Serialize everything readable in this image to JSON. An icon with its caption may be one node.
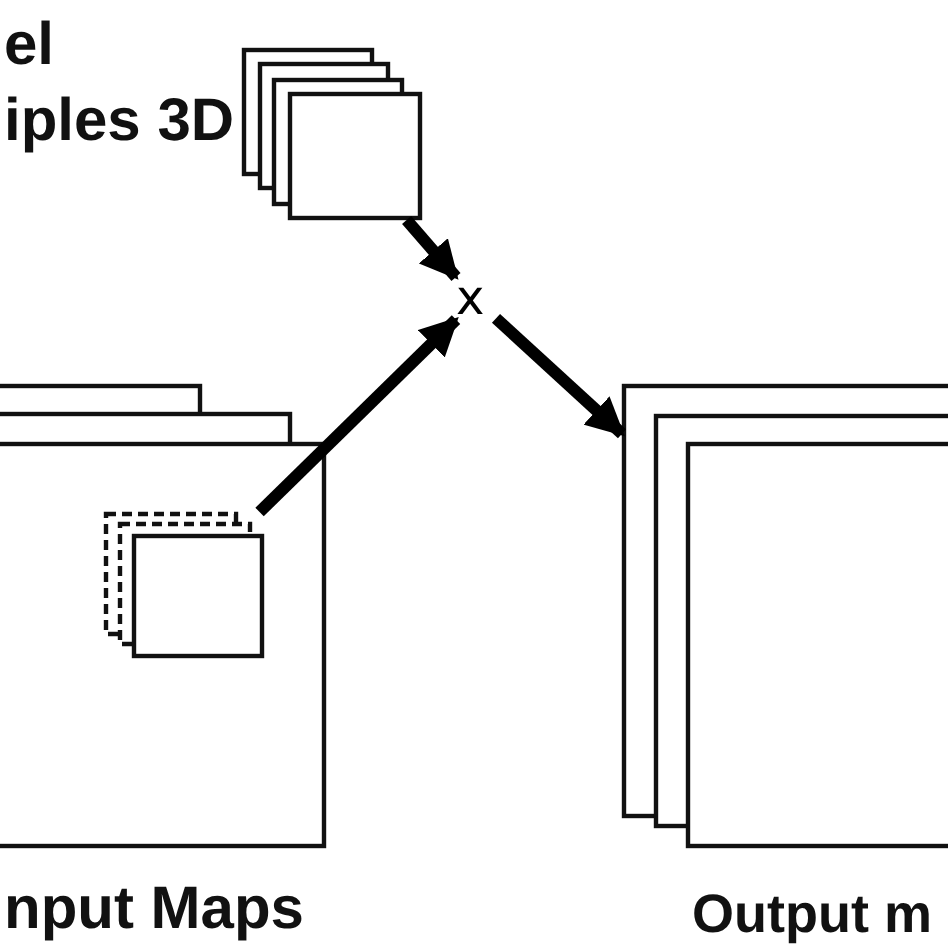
{
  "diagram": {
    "nodes": [
      {
        "text": [],
        "shape": "box"
      },
      {
        "text": [
          "x"
        ]
      },
      {
        "text": [],
        "shape": "box"
      },
      {
        "text": [],
        "shape": "box",
        "in": 2
      },
      {
        "text": [],
        "shape": "box"
      }
    ],
    "edges": [
      {
        "from": 0,
        "to": 1,
        "arrow": "to"
      },
      {
        "from": 3,
        "to": 1,
        "arrow": "to"
      },
      {
        "from": 1,
        "to": 4,
        "arrow": "to"
      }
    ],
    "labels": [
      "el",
      "iples 3D",
      "nput Maps",
      "Output m"
    ]
  }
}
